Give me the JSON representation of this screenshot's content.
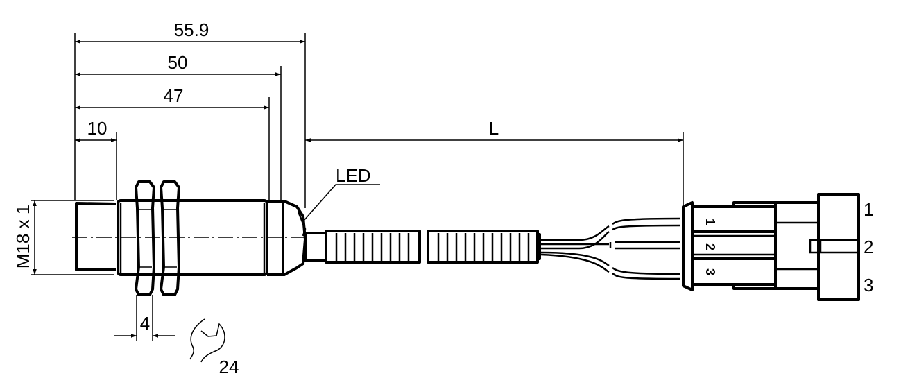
{
  "drawing": {
    "dimensions": {
      "overall_length": "55.9",
      "body_length": "50",
      "thread_length": "47",
      "face_length": "10",
      "cable_length": "L",
      "nut_thickness": "4",
      "thread_spec": "M18 x 1",
      "wrench_size": "24"
    },
    "labels": {
      "led": "LED",
      "pins": [
        "1",
        "2",
        "3"
      ],
      "connector_pins": [
        "1",
        "2",
        "3"
      ]
    }
  }
}
